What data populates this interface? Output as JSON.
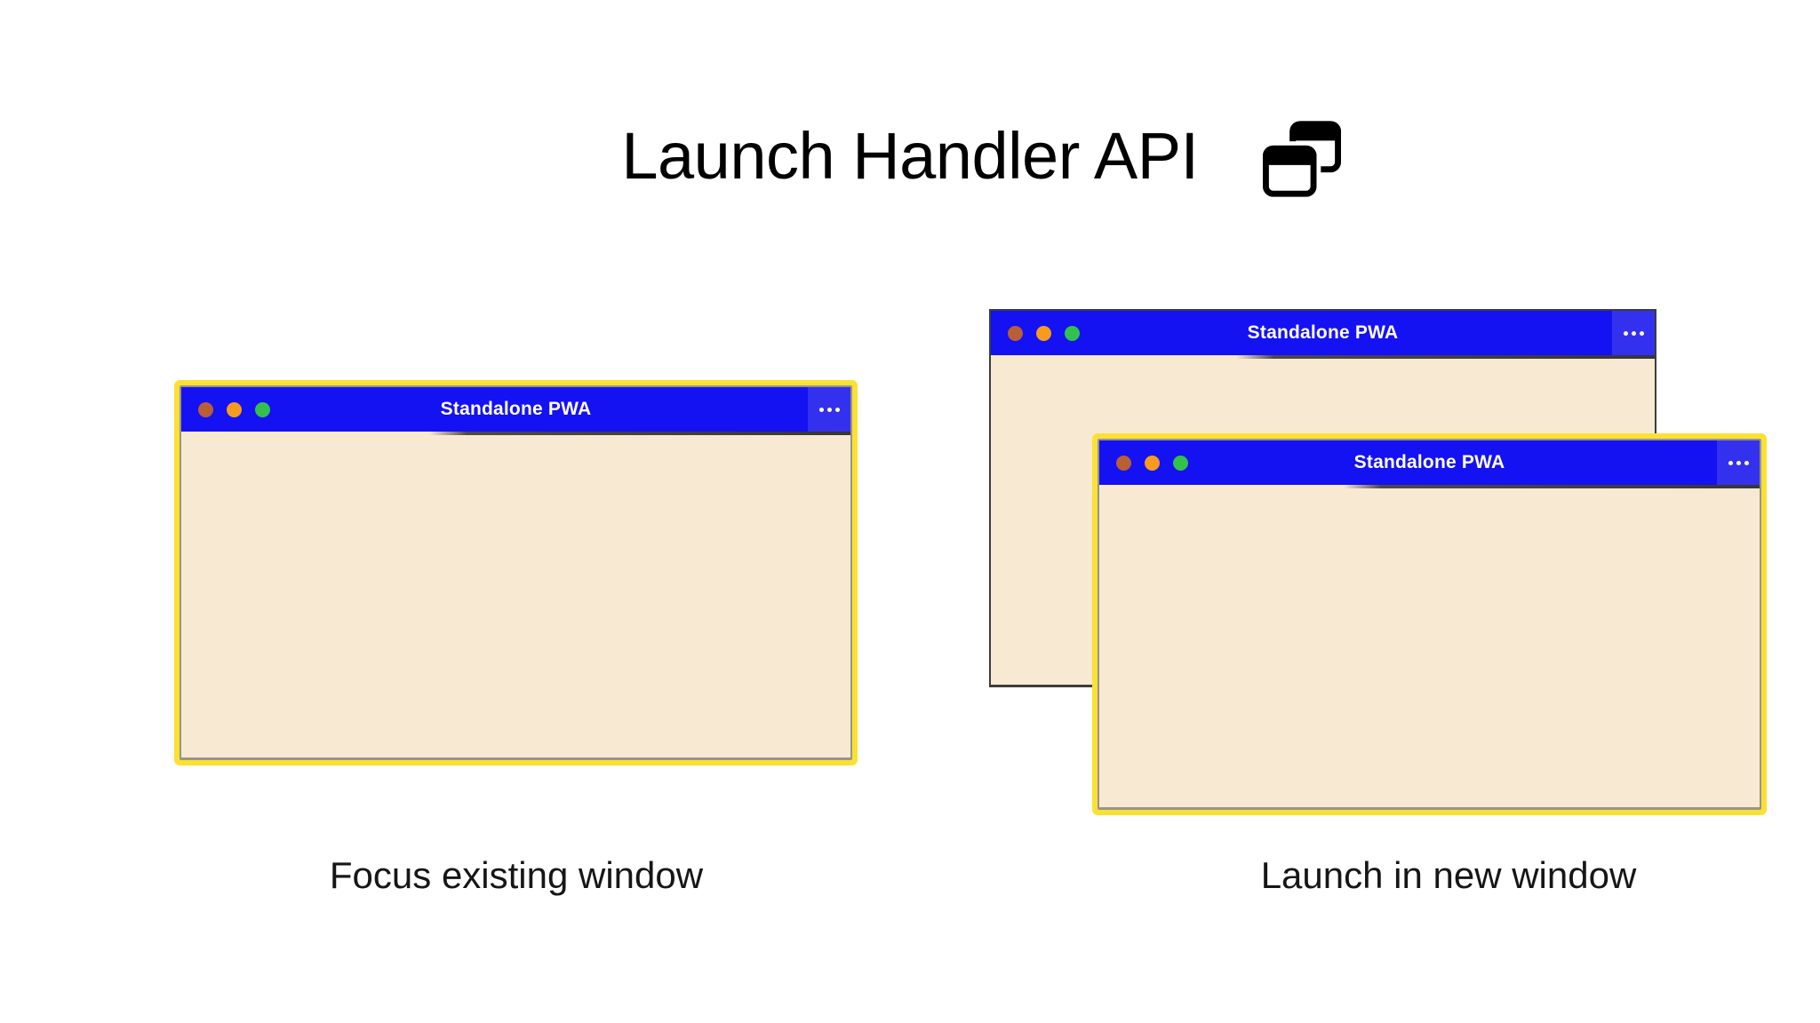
{
  "header": {
    "title": "Launch Handler API",
    "icon": "overlapping-windows-icon"
  },
  "windows": [
    {
      "id": "existing",
      "title": "Standalone PWA",
      "highlighted": true,
      "controls": [
        "close",
        "minimize",
        "maximize"
      ],
      "menu_icon": "more-horizontal-icon"
    },
    {
      "id": "background",
      "title": "Standalone PWA",
      "highlighted": false,
      "controls": [
        "close",
        "minimize",
        "maximize"
      ],
      "menu_icon": "more-horizontal-icon"
    },
    {
      "id": "new",
      "title": "Standalone PWA",
      "highlighted": true,
      "controls": [
        "close",
        "minimize",
        "maximize"
      ],
      "menu_icon": "more-horizontal-icon"
    }
  ],
  "scenarios": [
    {
      "caption": "Focus existing window"
    },
    {
      "caption": "Launch in new window"
    }
  ],
  "colors": {
    "titlebar": "#1411f3",
    "titlebar_menu": "#3431ee",
    "highlight_ring": "#fbe133",
    "window_body": "#f8e9d3",
    "background_window_border": "#3c3c3c",
    "dot_close": "#b85f35",
    "dot_minimize": "#f69b1e",
    "dot_maximize": "#33c14c",
    "page_background": "#ffffff",
    "text": "#000000"
  }
}
